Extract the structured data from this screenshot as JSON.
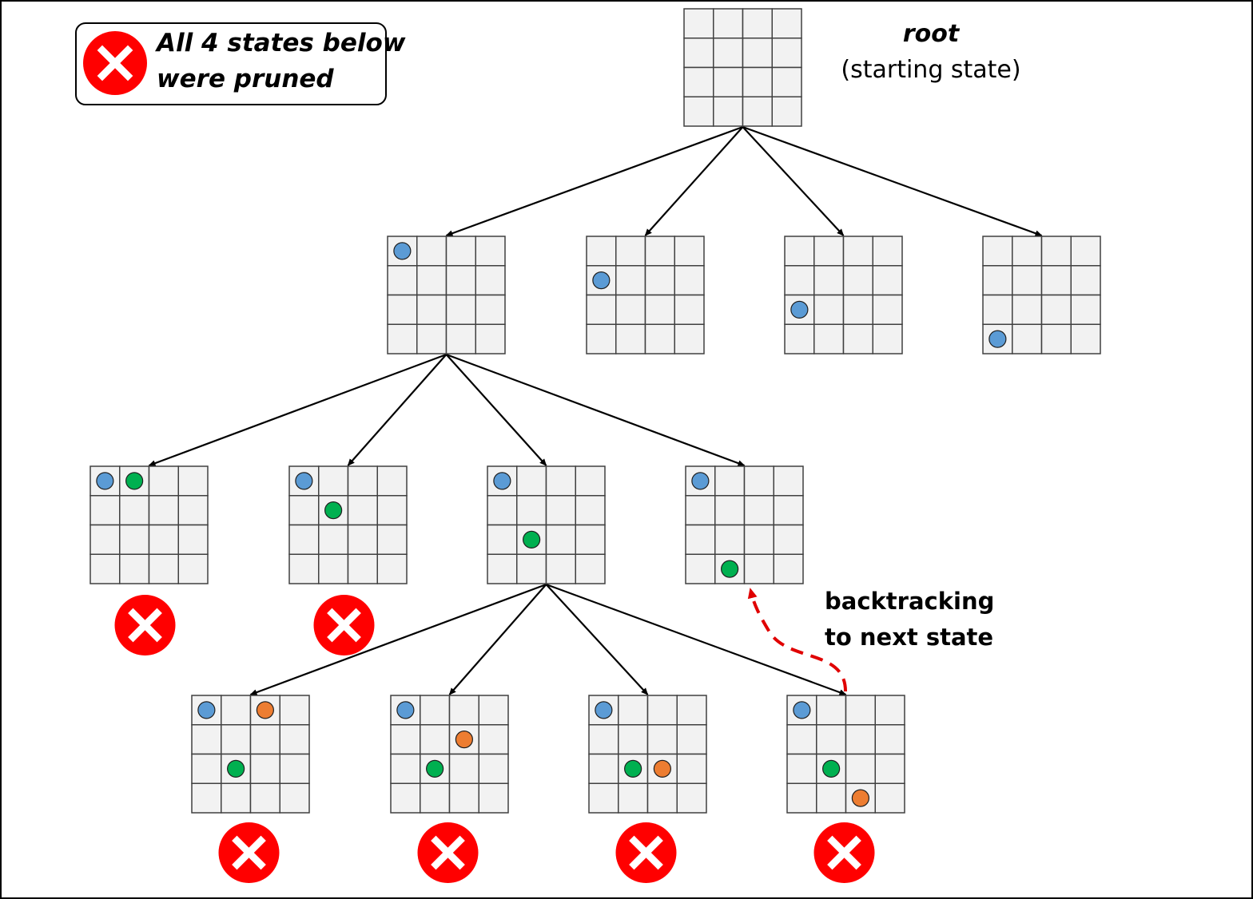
{
  "legend": {
    "line1": "All 4 states below",
    "line2": "were pruned"
  },
  "root_label": {
    "title": "root",
    "subtitle": "(starting state)"
  },
  "backtrack_label": {
    "line1": "backtracking",
    "line2": "to next state"
  },
  "colors": {
    "cell_fill": "#f2f2f2",
    "cell_stroke": "#404040",
    "queen_1": "#5b9bd5",
    "queen_2": "#00b050",
    "queen_3": "#ed7d31",
    "pruned": "#ff0000",
    "backtrack_arrow": "#e00000"
  },
  "board_size": 4,
  "tree": {
    "root": {
      "queens": []
    },
    "level1": [
      {
        "queens": [
          {
            "row": 0,
            "col": 0,
            "q": 1
          }
        ]
      },
      {
        "queens": [
          {
            "row": 1,
            "col": 0,
            "q": 1
          }
        ]
      },
      {
        "queens": [
          {
            "row": 2,
            "col": 0,
            "q": 1
          }
        ]
      },
      {
        "queens": [
          {
            "row": 3,
            "col": 0,
            "q": 1
          }
        ]
      }
    ],
    "level2": [
      {
        "queens": [
          {
            "row": 0,
            "col": 0,
            "q": 1
          },
          {
            "row": 0,
            "col": 1,
            "q": 2
          }
        ],
        "pruned": true
      },
      {
        "queens": [
          {
            "row": 0,
            "col": 0,
            "q": 1
          },
          {
            "row": 1,
            "col": 1,
            "q": 2
          }
        ],
        "pruned": true
      },
      {
        "queens": [
          {
            "row": 0,
            "col": 0,
            "q": 1
          },
          {
            "row": 2,
            "col": 1,
            "q": 2
          }
        ],
        "pruned": false
      },
      {
        "queens": [
          {
            "row": 0,
            "col": 0,
            "q": 1
          },
          {
            "row": 3,
            "col": 1,
            "q": 2
          }
        ],
        "pruned": false
      }
    ],
    "level3": [
      {
        "queens": [
          {
            "row": 0,
            "col": 0,
            "q": 1
          },
          {
            "row": 2,
            "col": 1,
            "q": 2
          },
          {
            "row": 0,
            "col": 2,
            "q": 3
          }
        ],
        "pruned": true
      },
      {
        "queens": [
          {
            "row": 0,
            "col": 0,
            "q": 1
          },
          {
            "row": 2,
            "col": 1,
            "q": 2
          },
          {
            "row": 1,
            "col": 2,
            "q": 3
          }
        ],
        "pruned": true
      },
      {
        "queens": [
          {
            "row": 0,
            "col": 0,
            "q": 1
          },
          {
            "row": 2,
            "col": 1,
            "q": 2
          },
          {
            "row": 2,
            "col": 2,
            "q": 3
          }
        ],
        "pruned": true
      },
      {
        "queens": [
          {
            "row": 0,
            "col": 0,
            "q": 1
          },
          {
            "row": 2,
            "col": 1,
            "q": 2
          },
          {
            "row": 3,
            "col": 2,
            "q": 3
          }
        ],
        "pruned": true
      }
    ]
  }
}
